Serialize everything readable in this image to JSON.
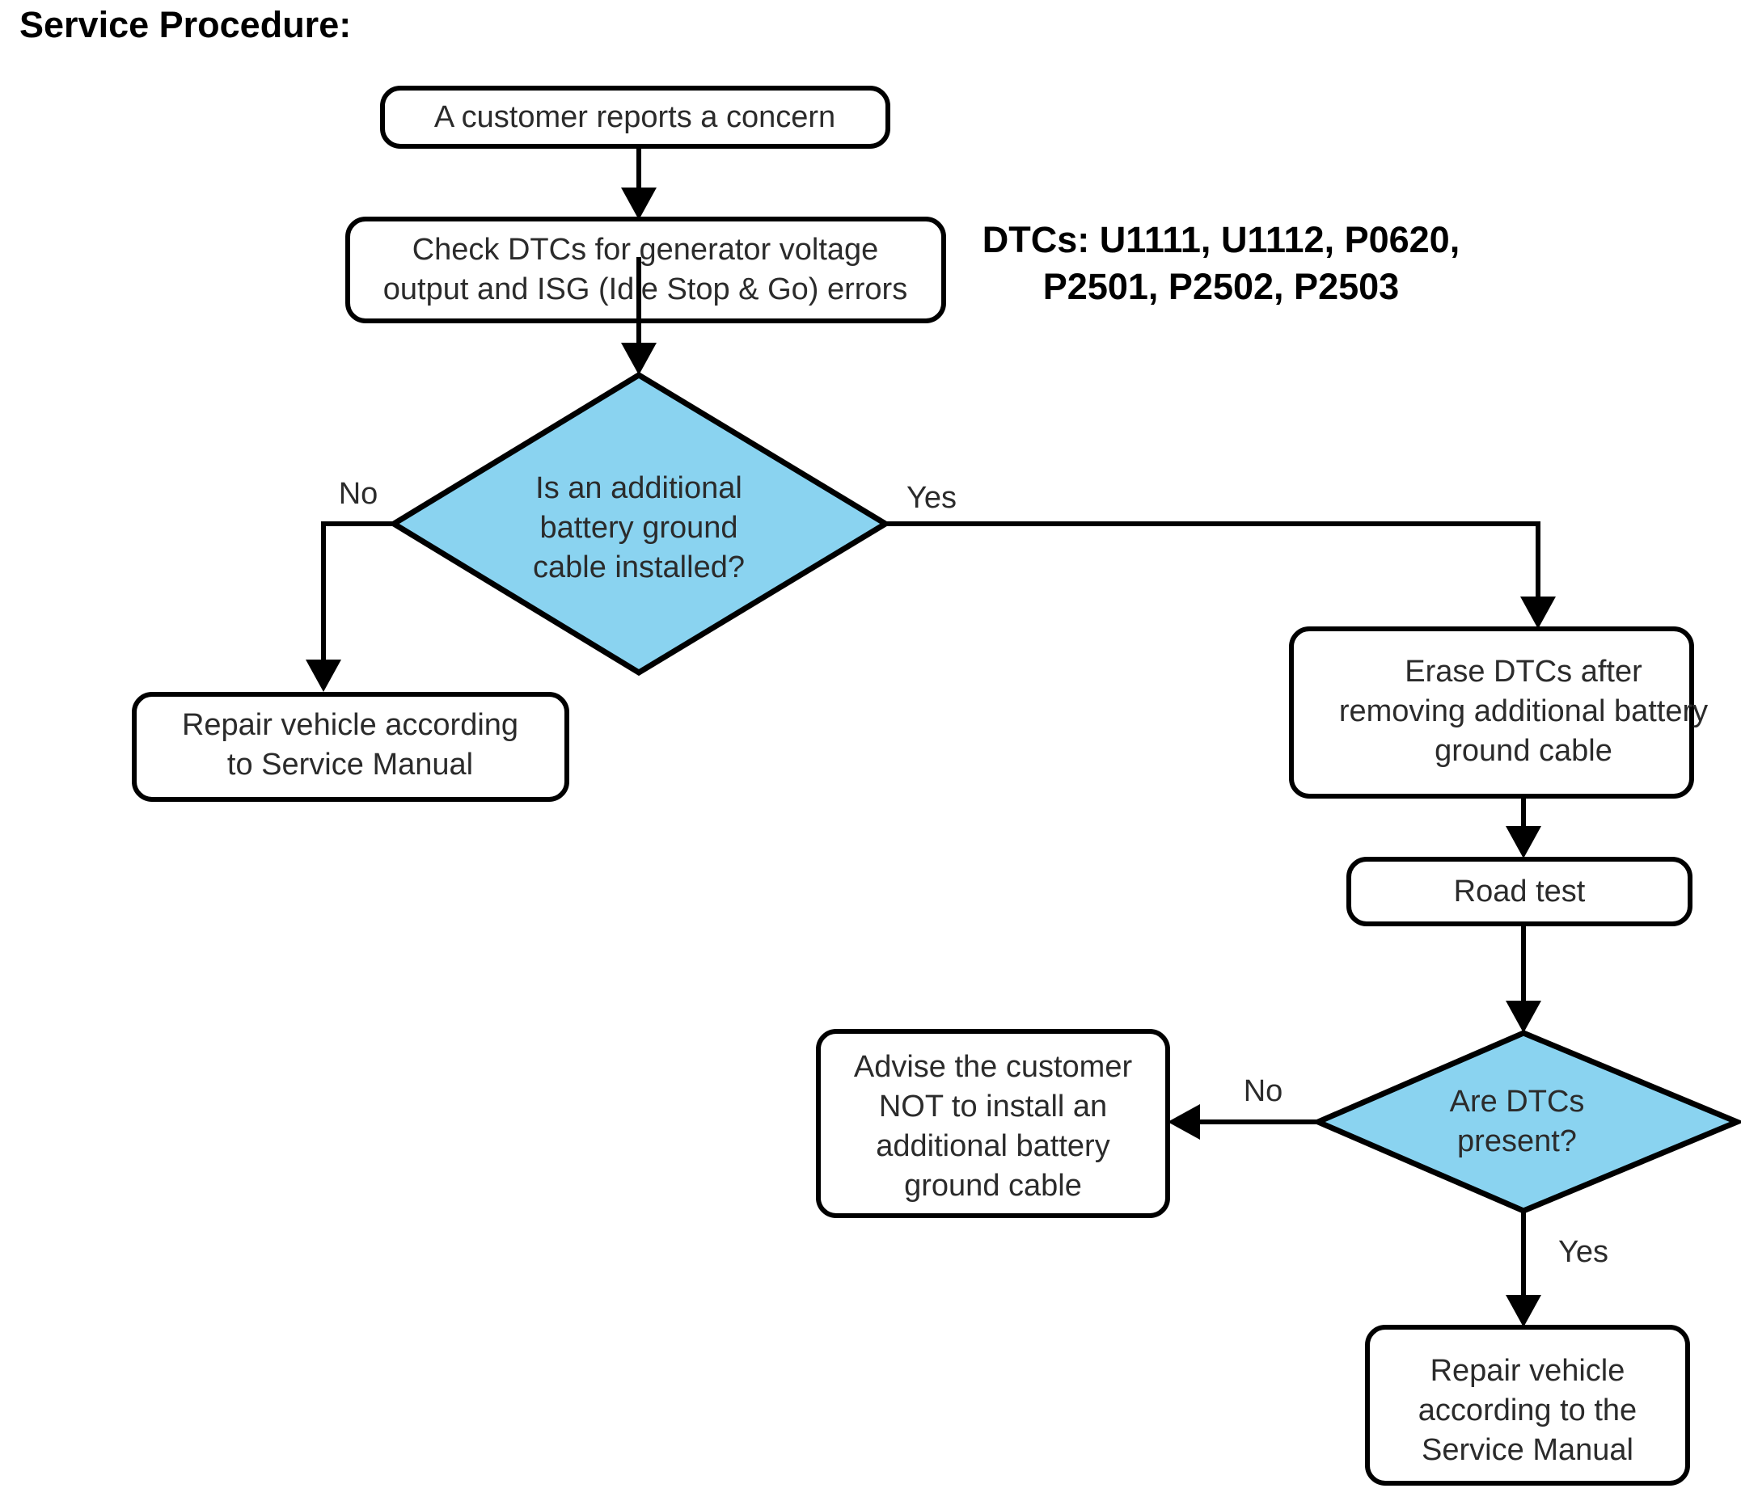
{
  "page": {
    "title": "Service Procedure:",
    "background_color": "#ffffff",
    "decision_fill_color": "#8ad3f0",
    "process_fill_color": "#ffffff",
    "stroke_color": "#000000",
    "text_color": "#2b2b2b"
  },
  "annotation": {
    "dtc_line_1": "DTCs: U1111, U1112, P0620,",
    "dtc_line_2": "P2501, P2502, P2503"
  },
  "nodes": {
    "start": {
      "type": "process",
      "line_1": "A customer reports a concern"
    },
    "check_dtcs": {
      "type": "process",
      "line_1": "Check DTCs for generator voltage",
      "line_2": "output and ISG (Idle Stop & Go) errors"
    },
    "decision_ground_cable": {
      "type": "decision",
      "line_1": "Is an additional",
      "line_2": "battery ground",
      "line_3": "cable installed?"
    },
    "repair_left": {
      "type": "process",
      "line_1": "Repair vehicle according",
      "line_2": "to Service Manual"
    },
    "erase_dtcs": {
      "type": "process",
      "line_1": "Erase DTCs after",
      "line_2": "removing additional battery",
      "line_3": "ground cable"
    },
    "road_test": {
      "type": "process",
      "line_1": "Road test"
    },
    "decision_dtcs_present": {
      "type": "decision",
      "line_1": "Are DTCs",
      "line_2": "present?"
    },
    "advise_customer": {
      "type": "process",
      "line_1": "Advise the customer",
      "line_2": "NOT to install an",
      "line_3": "additional battery",
      "line_4": "ground cable"
    },
    "repair_bottom": {
      "type": "process",
      "line_1": "Repair vehicle",
      "line_2": "according to the",
      "line_3": "Service Manual"
    }
  },
  "edge_labels": {
    "ground_cable_no": "No",
    "ground_cable_yes": "Yes",
    "dtcs_present_no": "No",
    "dtcs_present_yes": "Yes"
  }
}
